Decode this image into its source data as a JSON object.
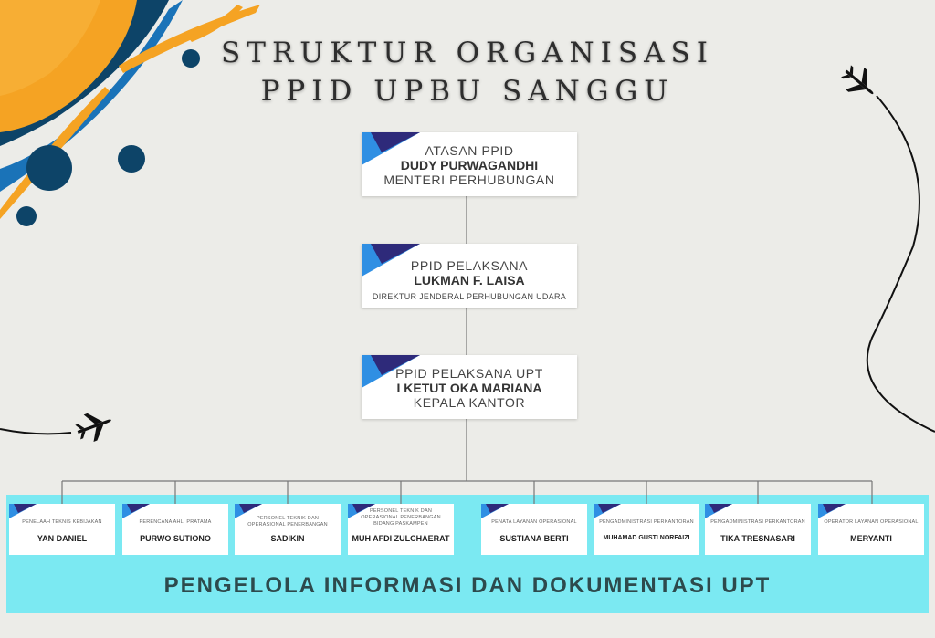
{
  "title": {
    "line1": "STRUKTUR ORGANISASI",
    "line2": "PPID UPBU SANGGU"
  },
  "colors": {
    "background": "#ecece8",
    "orange": "#f5a323",
    "navy": "#0d4468",
    "blue": "#1a73b8",
    "panel": "#7be9f2",
    "corner_dark": "#2e2a7a",
    "corner_light": "#2f8fe3"
  },
  "icons": [
    "airplane-icon",
    "airplane-icon"
  ],
  "hierarchy": [
    {
      "role": "ATASAN PPID",
      "name": "DUDY PURWAGANDHI",
      "subtitle": "MENTERI PERHUBUNGAN"
    },
    {
      "role": "PPID PELAKSANA",
      "name": "LUKMAN F. LAISA",
      "subtitle": "DIREKTUR JENDERAL PERHUBUNGAN UDARA"
    },
    {
      "role": "PPID PELAKSANA UPT",
      "name": "I KETUT OKA MARIANA",
      "subtitle": "KEPALA KANTOR"
    }
  ],
  "staff": [
    {
      "role": "PENELAAH TEKNIS KEBIJAKAN",
      "name": "YAN DANIEL"
    },
    {
      "role": "PERENCANA AHLI PRATAMA",
      "name": "PURWO SUTIONO"
    },
    {
      "role": "PERSONEL TEKNIK DAN OPERASIONAL PENERBANGAN",
      "name": "SADIKIN"
    },
    {
      "role": "PERSONEL TEKNIK DAN OPERASIONAL PENERBANGAN BIDANG PASKAMPEN",
      "name": "MUH AFDI ZULCHAERAT"
    },
    {
      "role": "PENATA LAYANAN OPERASIONAL",
      "name": "SUSTIANA BERTI"
    },
    {
      "role": "PENGADMINISTRASI PERKANTORAN",
      "name": "MUHAMAD GUSTI NORFAIZI"
    },
    {
      "role": "PENGADMINISTRASI PERKANTORAN",
      "name": "TIKA TRESNASARI"
    },
    {
      "role": "OPERATOR LAYANAN OPERASIONAL",
      "name": "MERYANTI"
    }
  ],
  "group_label": "PENGELOLA INFORMASI DAN DOKUMENTASI UPT"
}
